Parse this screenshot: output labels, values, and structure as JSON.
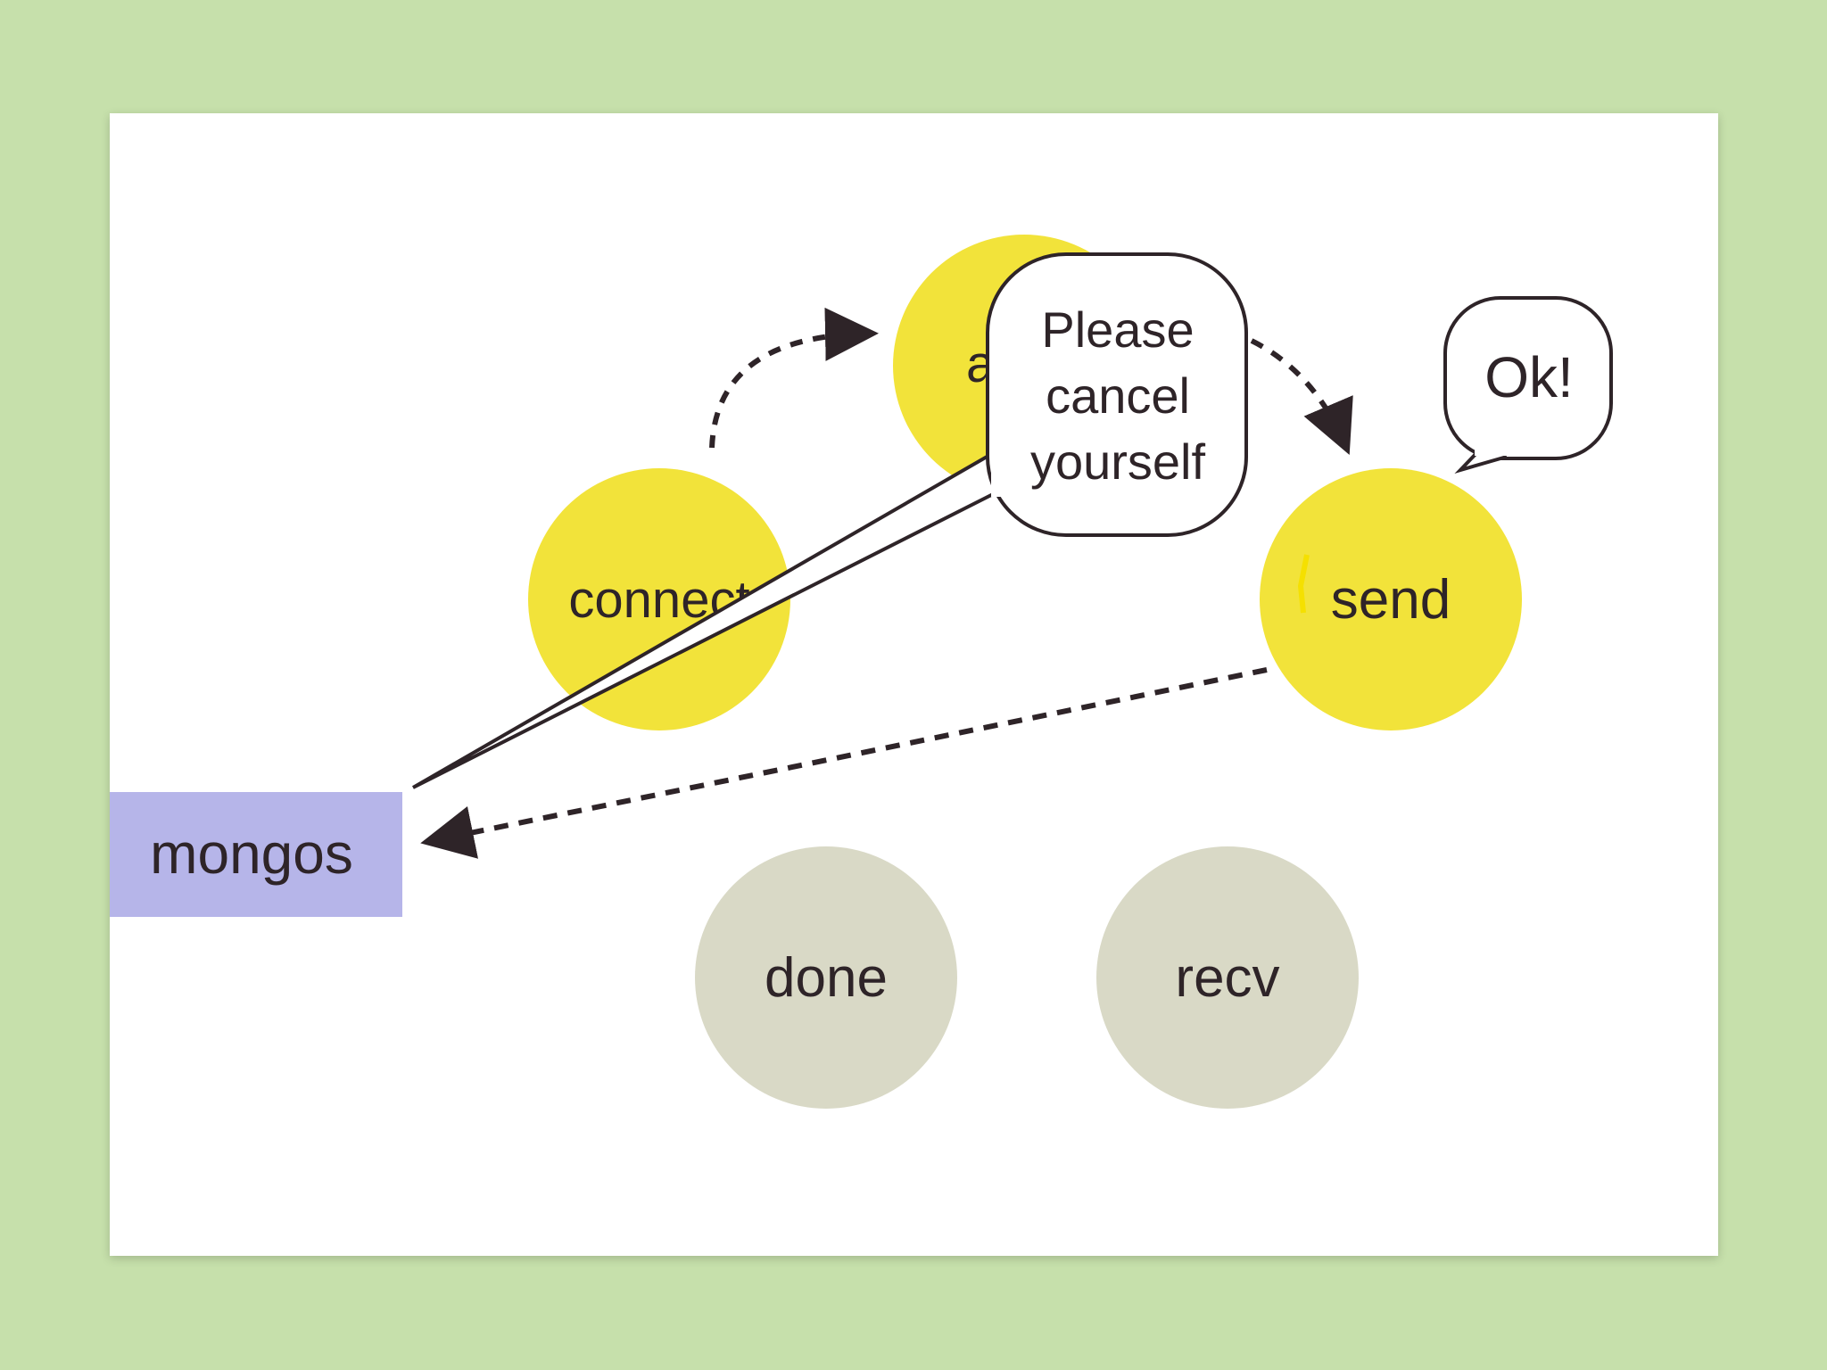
{
  "colors": {
    "background": "#c6e0ab",
    "slide": "#ffffff",
    "active_state": "#f2e33a",
    "inactive_state": "#d9d9c6",
    "mongos_box": "#b6b5e9",
    "ink": "#2e2428"
  },
  "states": {
    "connect": "connect",
    "middle_partial": "a",
    "send": "send",
    "done": "done",
    "recv": "recv"
  },
  "mongos": {
    "label": "mongos"
  },
  "callouts": {
    "cancel_request": [
      "Please",
      "cancel",
      "yourself"
    ],
    "ack": "Ok!"
  }
}
